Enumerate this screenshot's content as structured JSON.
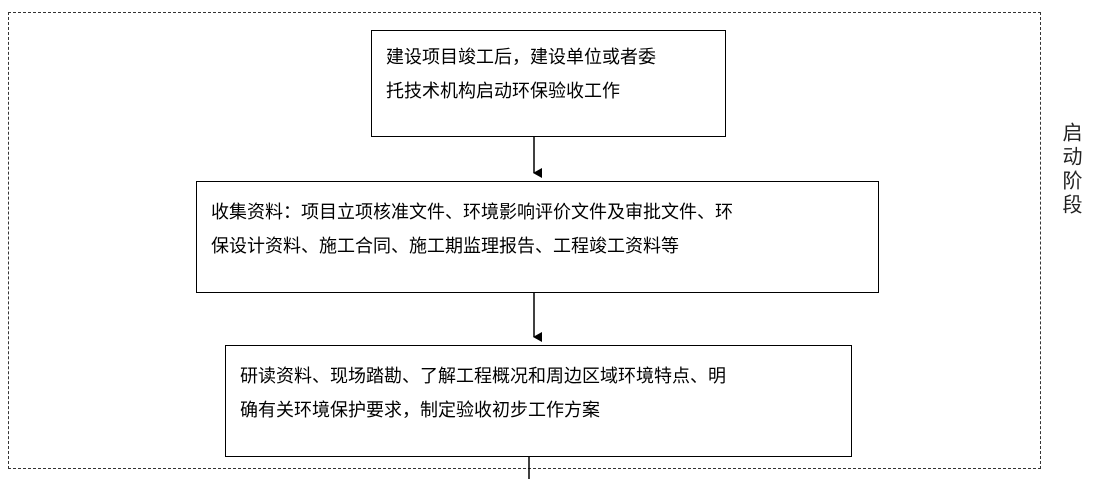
{
  "stage": {
    "label": "启动阶段"
  },
  "boxes": {
    "step1": {
      "line1": "建设项目竣工后，建设单位或者委",
      "line2": "托技术机构启动环保验收工作"
    },
    "step2": {
      "line1": "收集资料：项目立项核准文件、环境影响评价文件及审批文件、环",
      "line2": "保设计资料、施工合同、施工期监理报告、工程竣工资料等"
    },
    "step3": {
      "line1": "研读资料、现场踏勘、了解工程概况和周边区域环境特点、明",
      "line2": "确有关环境保护要求，制定验收初步工作方案"
    }
  },
  "colors": {
    "line": "#000000",
    "frame": "#333333"
  }
}
